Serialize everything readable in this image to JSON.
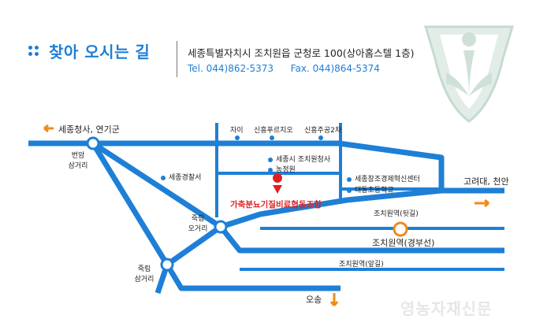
{
  "header": {
    "title": "찾아 오시는 길",
    "address": "세종특별자치시 조치원읍 군청로 100(상아홈스텔 1층)",
    "tel_label": "Tel.",
    "tel": "044)862-5373",
    "fax_label": "Fax.",
    "fax": "044)864-5374"
  },
  "map": {
    "colors": {
      "road": "#1e7fd6",
      "rail": "#1e7fd6",
      "arrow": "#f08a1a",
      "station": "#f08a1a",
      "pin": "#e02020"
    },
    "directions": {
      "west": "세종청사, 연기군",
      "east": "고려대, 천안",
      "south": "오송"
    },
    "intersections": {
      "beonam": [
        "번암",
        "삼거리"
      ],
      "jungnim_o": [
        "죽림",
        "오거리"
      ],
      "jungnim_sam": [
        "죽림",
        "삼거리"
      ]
    },
    "north_pois": [
      "자이",
      "신흥푸르지오",
      "신흥주공2차"
    ],
    "pois": {
      "sejong_office": "세종시 조치원청사",
      "nonghyup": "농정원",
      "police": "세종경찰서",
      "innovation": "세종창조경제혁신센터",
      "school": "대동초등학교"
    },
    "destination": "가축분뇨기질비료협동조합",
    "rail": {
      "back_road": "조치원역(뒷길)",
      "station": "조치원역(경부선)",
      "front_road": "조치원역(앞길)"
    }
  },
  "watermark": "영농자재신문"
}
